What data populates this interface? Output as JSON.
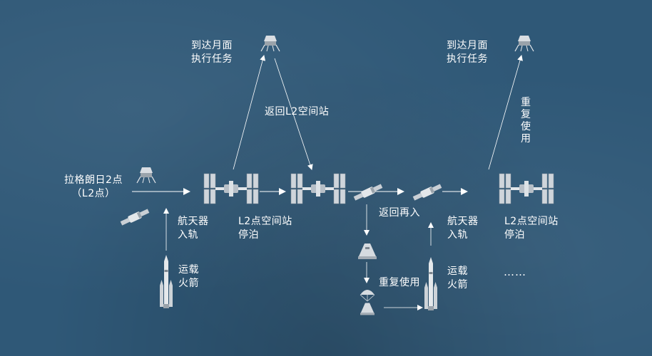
{
  "nodes": {
    "lagrange_point": {
      "line1": "拉格朗日2点",
      "line2": "（L2点）"
    },
    "arrive_moon_left": {
      "line1": "到达月面",
      "line2": "执行任务"
    },
    "arrive_moon_right": {
      "line1": "到达月面",
      "line2": "执行任务"
    },
    "return_l2_station": "返回L2空间站",
    "reuse_vertical": [
      "重",
      "复",
      "使",
      "用"
    ],
    "spacecraft_orbit_left": {
      "line1": "航天器",
      "line2": "入轨"
    },
    "l2_dock_left": {
      "line1": "L2点空间站",
      "line2": "停泊"
    },
    "return_reentry": "返回再入",
    "spacecraft_orbit_right": {
      "line1": "航天器",
      "line2": "入轨"
    },
    "l2_dock_right": {
      "line1": "L2点空间站",
      "line2": "停泊"
    },
    "launch_rocket_left": {
      "line1": "运载",
      "line2": "火箭"
    },
    "reuse_label": "重复使用",
    "launch_rocket_right": {
      "line1": "运载",
      "line2": "火箭"
    },
    "continuation": "……"
  },
  "icons": [
    "lunar-lander-icon",
    "space-station-icon",
    "spacecraft-icon",
    "rocket-icon",
    "capsule-icon",
    "parachute-icon"
  ],
  "colors": {
    "background": "#2f5877",
    "line": "#ffffff",
    "icon": "#d9dde2"
  }
}
